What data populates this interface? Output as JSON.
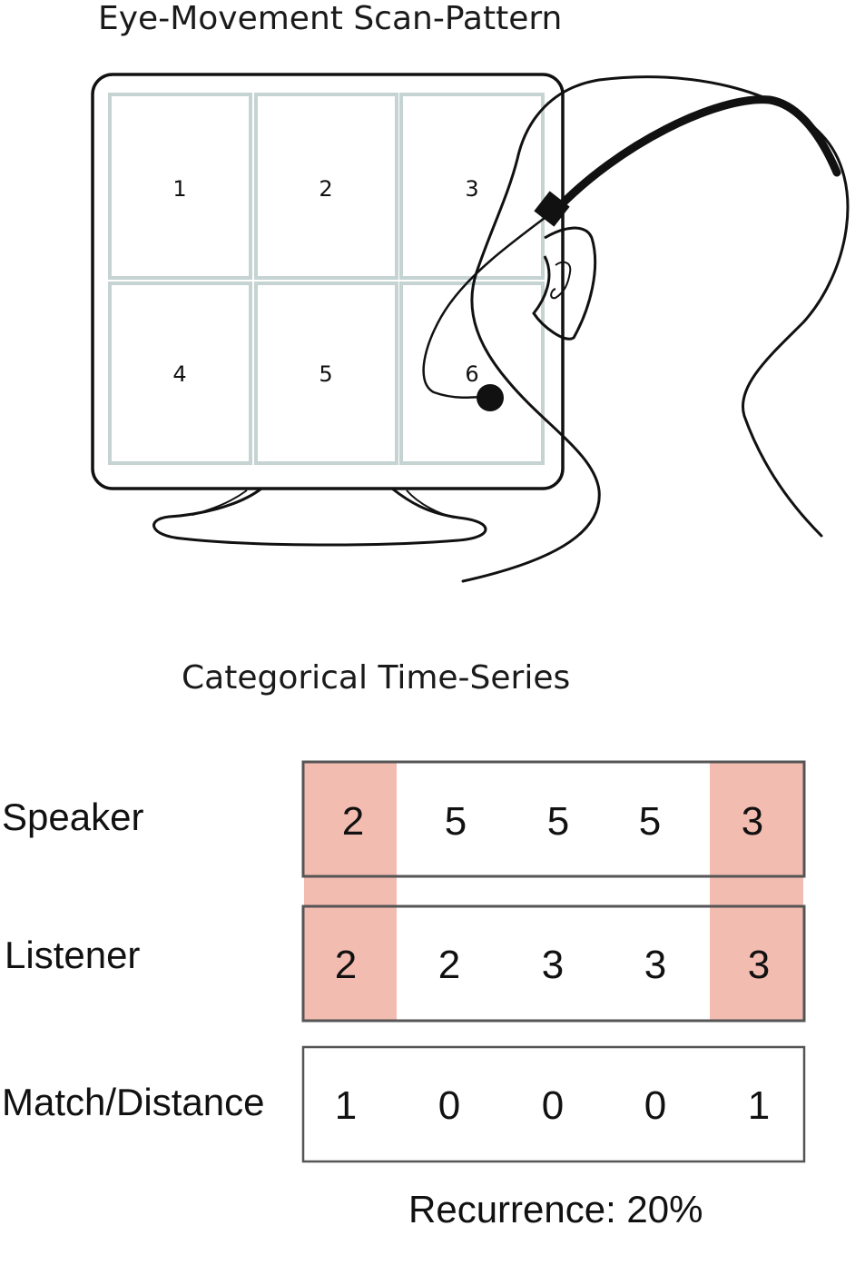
{
  "titles": {
    "scan_pattern": "Eye-Movement Scan-Pattern",
    "time_series": "Categorical Time-Series"
  },
  "screen_cells": [
    "1",
    "2",
    "3",
    "4",
    "5",
    "6"
  ],
  "sequences": {
    "speaker": {
      "label": "Speaker",
      "values": [
        "2",
        "5",
        "5",
        "5",
        "3"
      ]
    },
    "listener": {
      "label": "Listener",
      "values": [
        "2",
        "2",
        "3",
        "3",
        "3"
      ]
    },
    "match": {
      "label": "Match/Distance",
      "values": [
        "1",
        "0",
        "0",
        "0",
        "1"
      ]
    }
  },
  "recurrence_text": "Recurrence: 20%",
  "colors": {
    "highlight": "#f3bcb1",
    "grid_line": "#c5d3d2",
    "stroke": "#111111"
  }
}
